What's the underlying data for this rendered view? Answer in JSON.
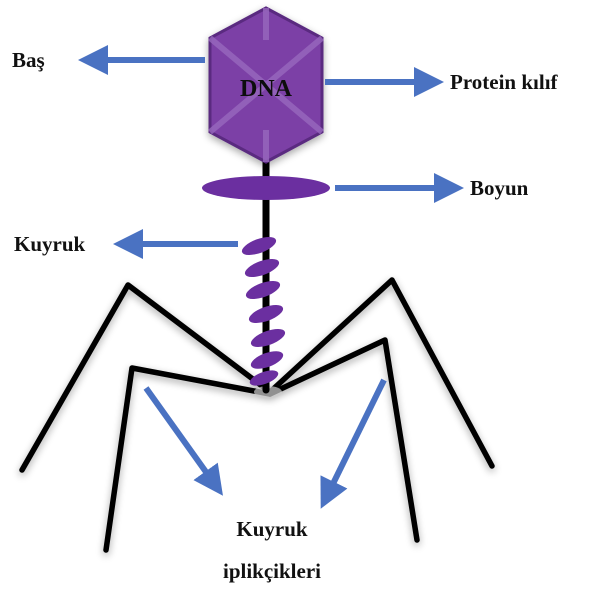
{
  "labels": {
    "head": "Baş",
    "dna": "DNA",
    "protein_coat": "Protein kılıf",
    "neck": "Boyun",
    "tail": "Kuyruk",
    "tail_fibers_line1": "Kuyruk",
    "tail_fibers_line2": "iplikçikleri"
  },
  "colors": {
    "capsid_fill": "#7c3fa6",
    "capsid_edge": "#5a2a80",
    "capsid_highlight": "#9a6cc0",
    "neck_and_tail": "#6b2fa0",
    "arrow": "#4a72c2",
    "legs": "#000000",
    "text": "#111111",
    "dna_text": "#1f0c33"
  }
}
